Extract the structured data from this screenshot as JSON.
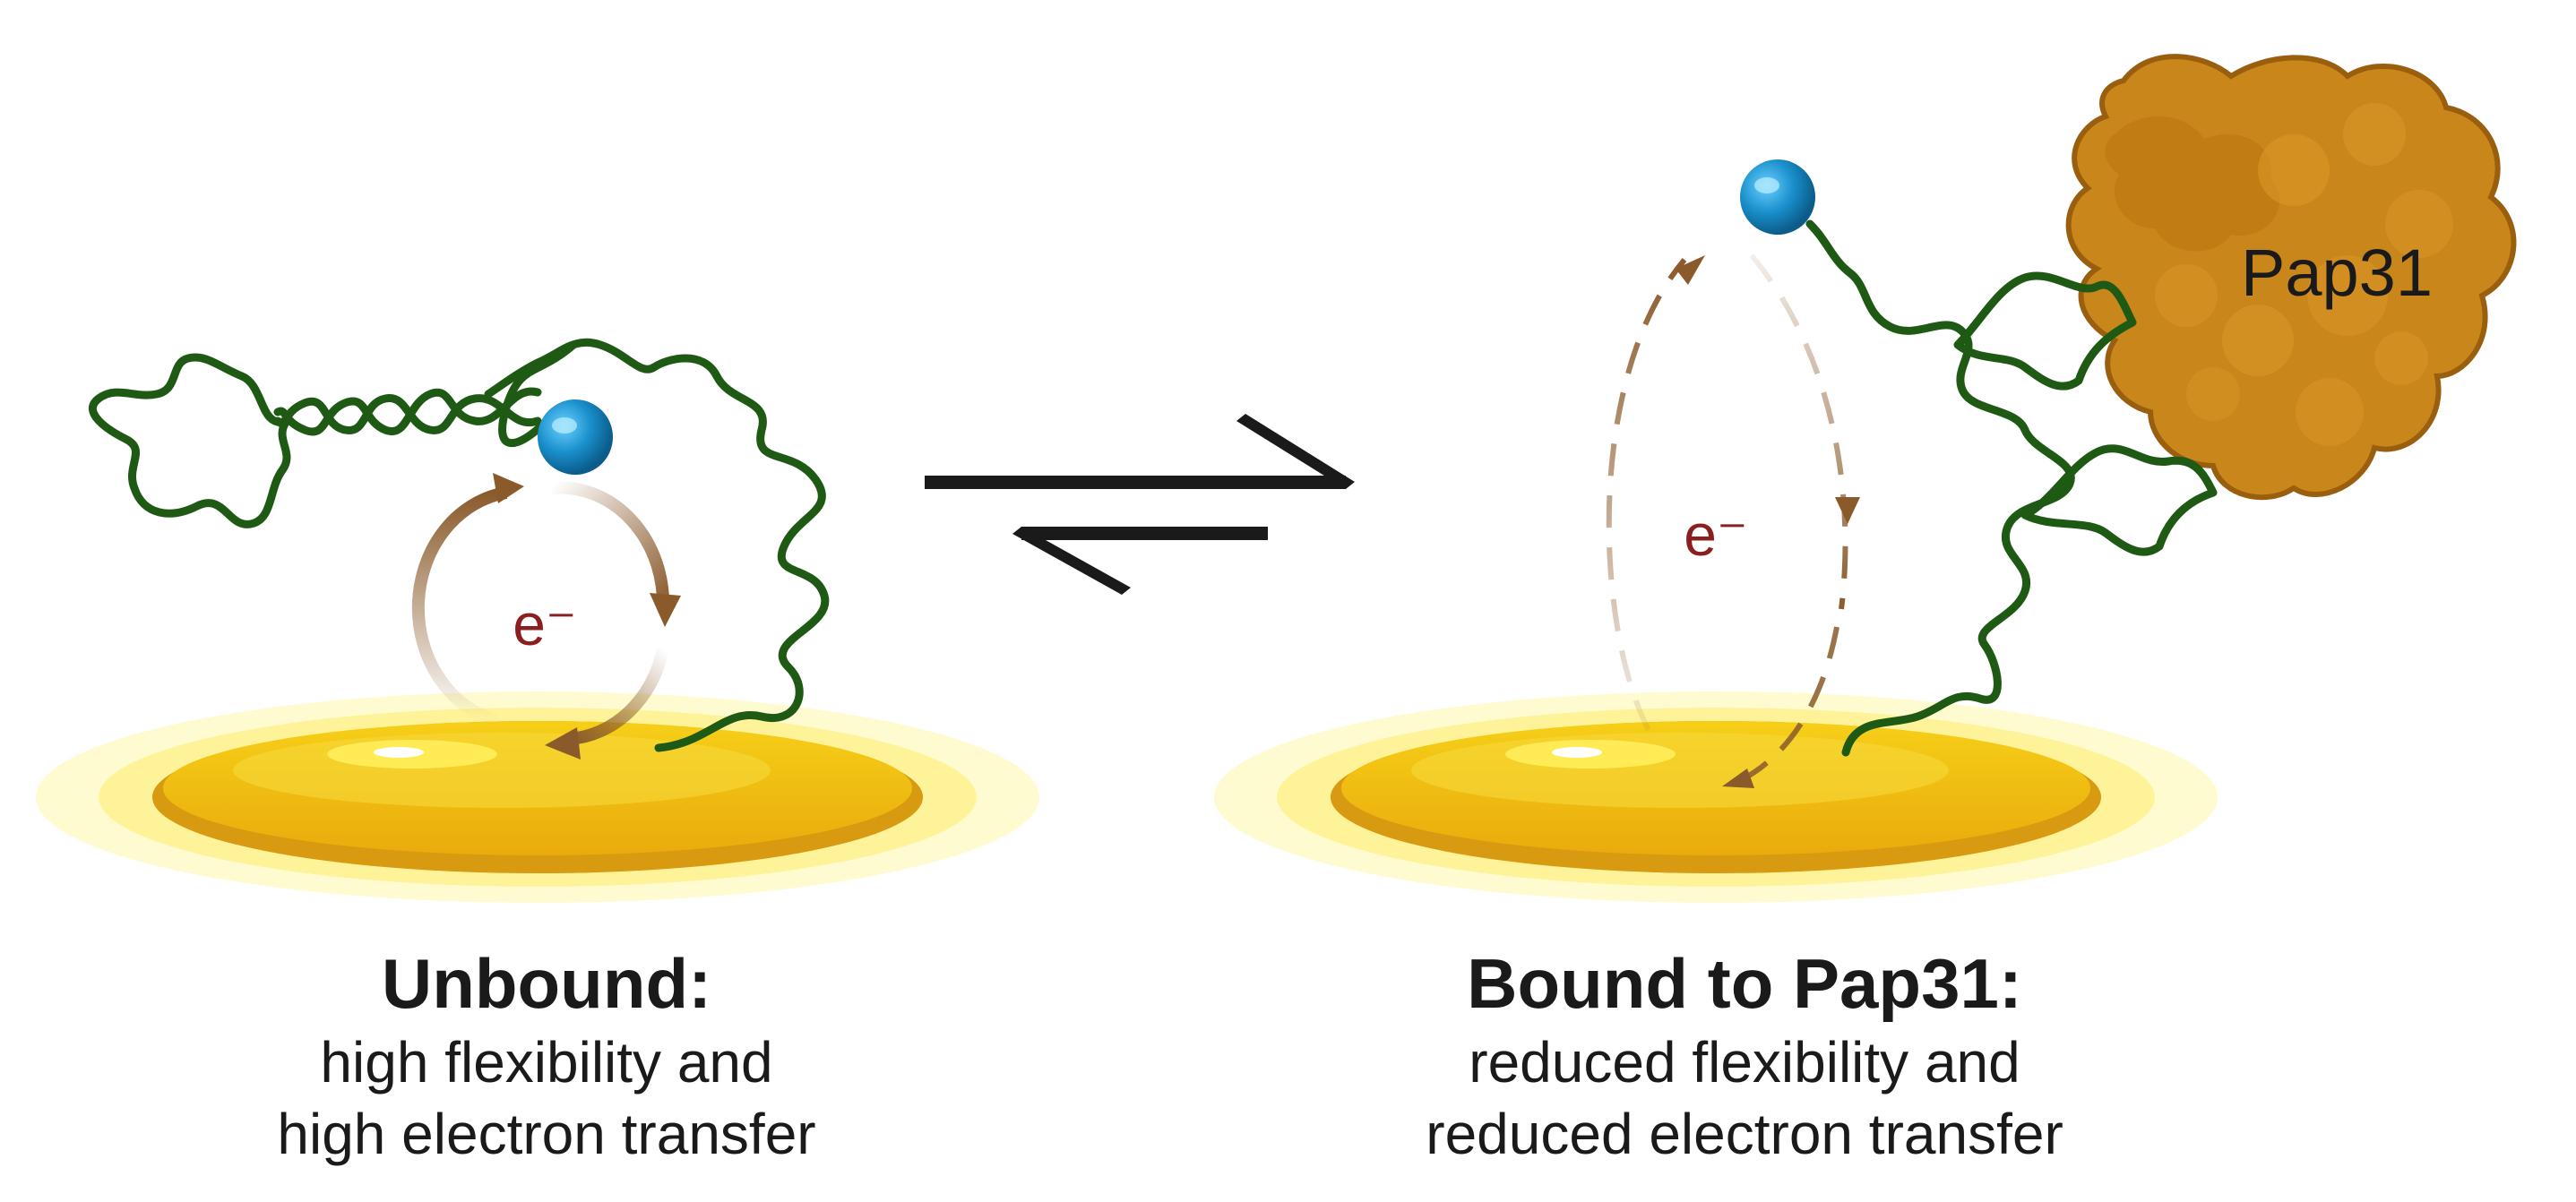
{
  "diagram": {
    "electron_label": "e⁻",
    "protein_label": "Pap31"
  },
  "captions": {
    "unbound": {
      "title": "Unbound:",
      "line1": "high flexibility and",
      "line2": "high electron transfer"
    },
    "bound": {
      "title": "Bound to Pap31:",
      "line1": "reduced flexibility and",
      "line2": "reduced electron transfer"
    }
  },
  "colors": {
    "strand": "#1f5a14",
    "redox_probe": "#1a8fcc",
    "electron_arrow": "#8a5a2b",
    "electron_text": "#8b1e1e",
    "gold": "#f2c40c",
    "protein": "#c9861a",
    "equilibrium_arrow": "#1a1a1a"
  }
}
